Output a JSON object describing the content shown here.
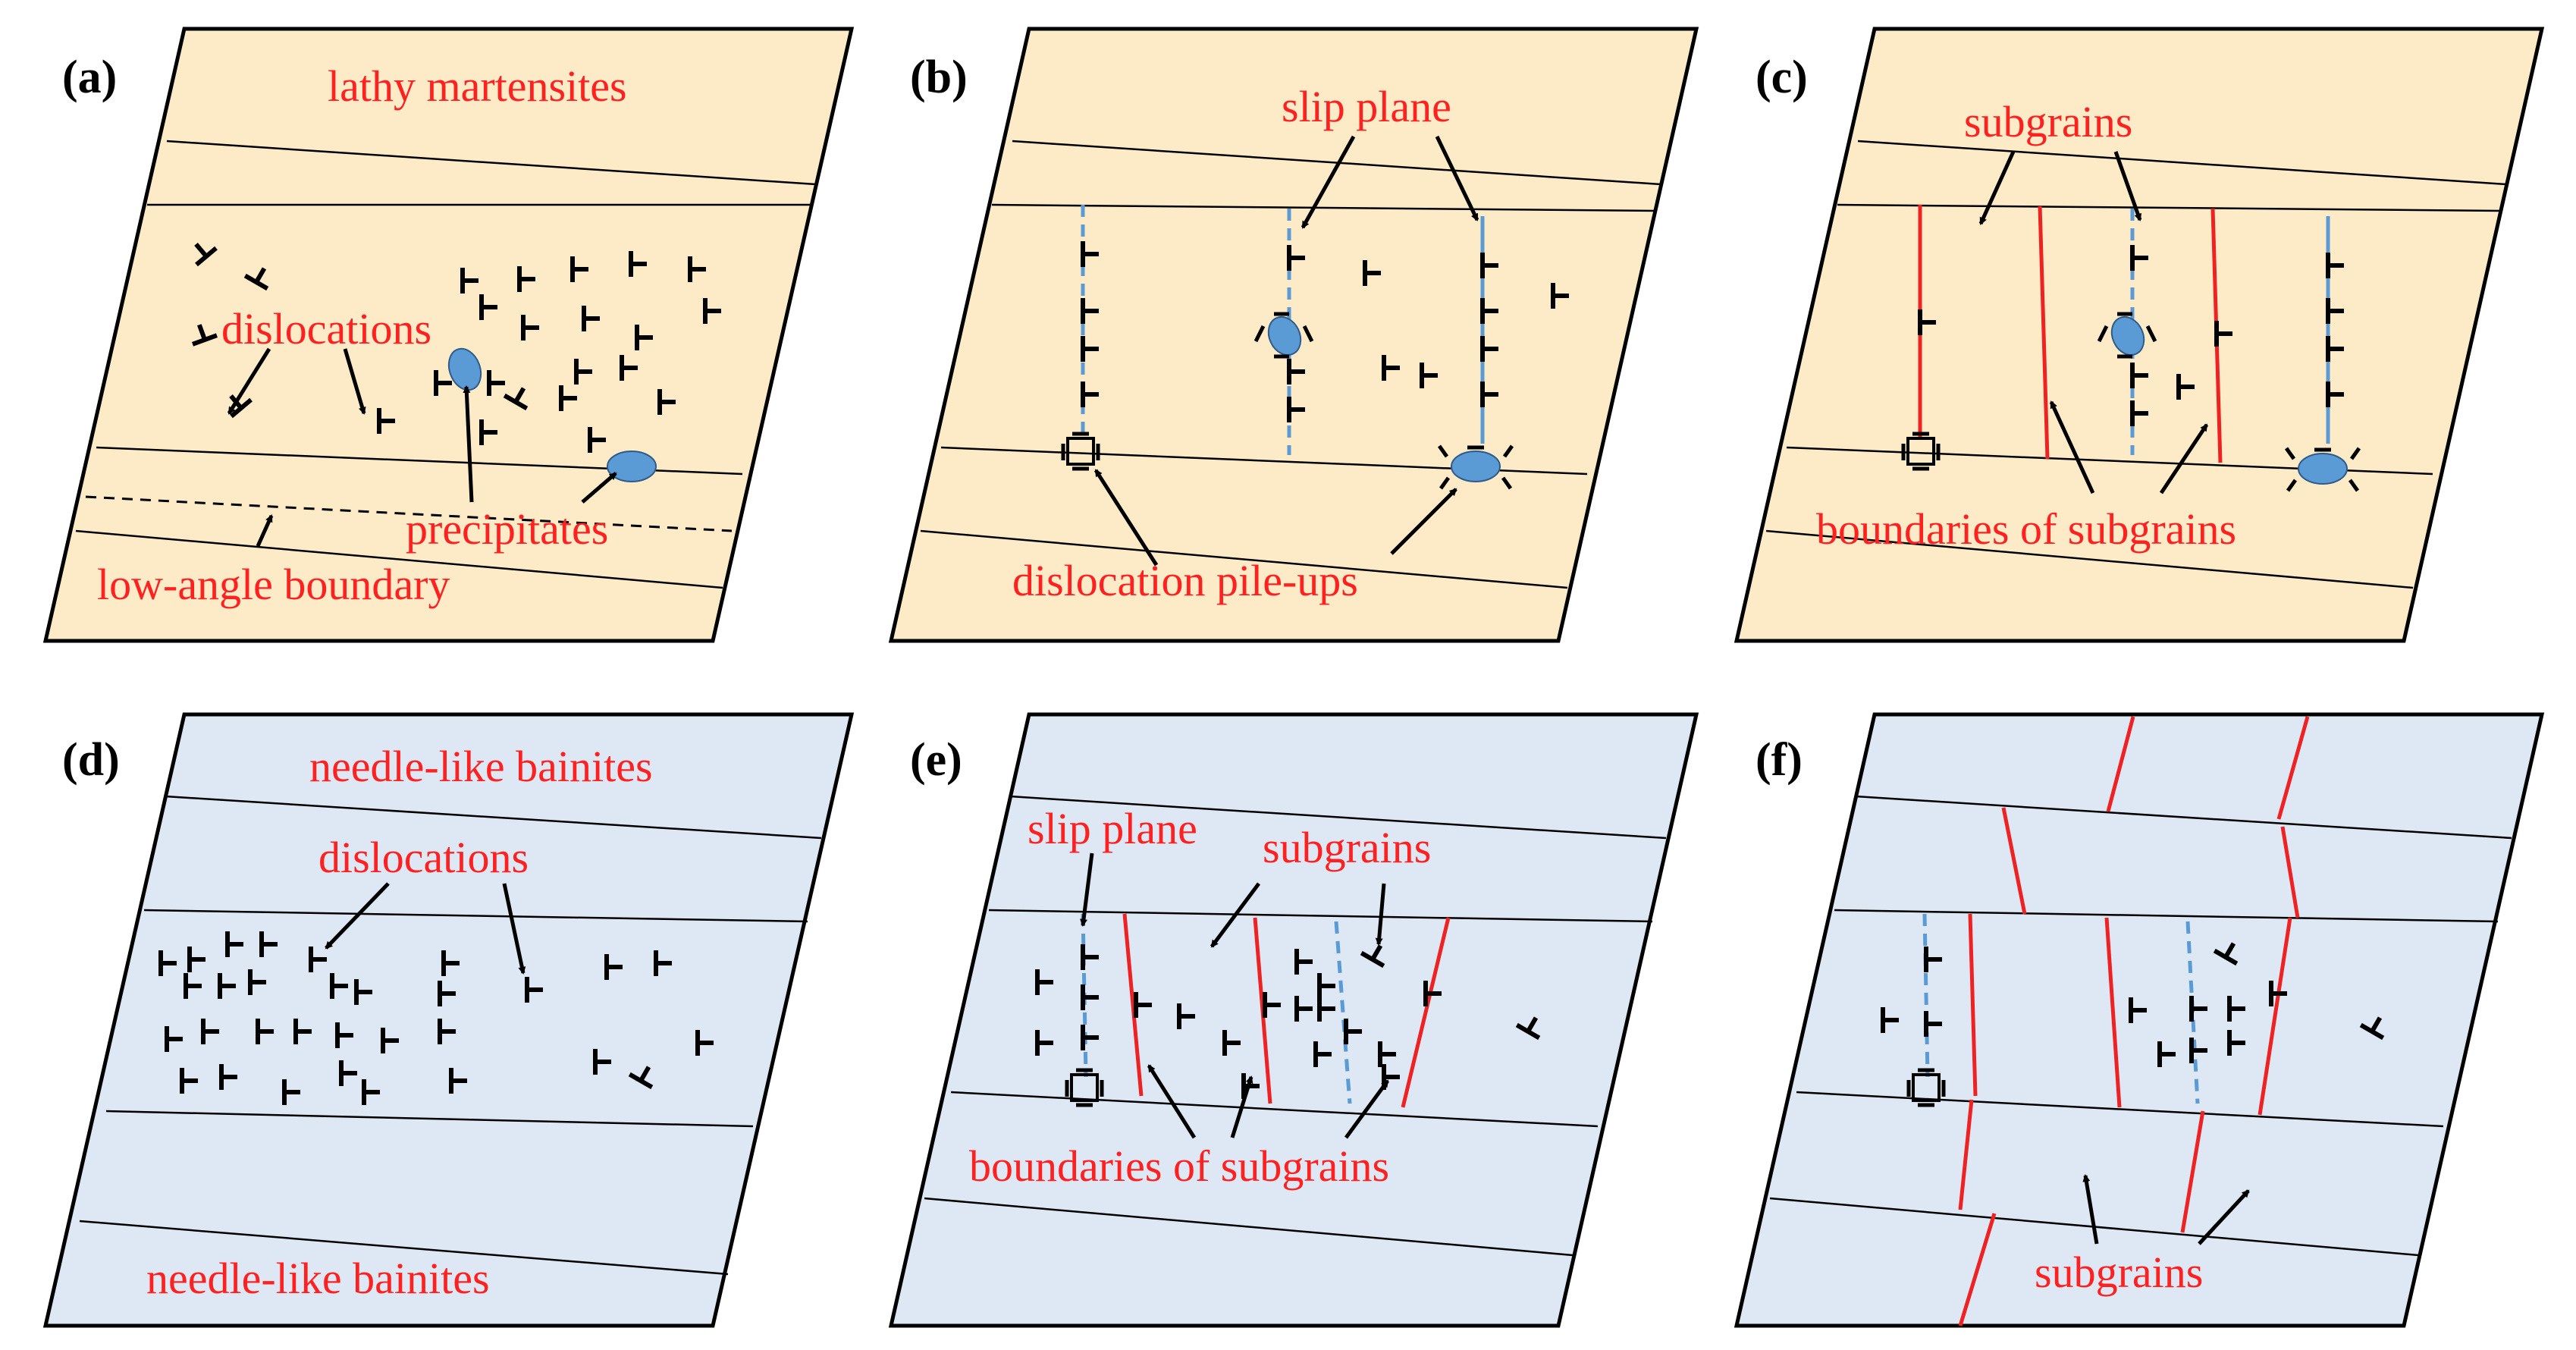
{
  "colors": {
    "martensite_fill": "#fdebc8",
    "bainite_fill": "#dde8f4",
    "frame": "#000000",
    "annotation_text": "#ff2020",
    "subgrain_boundary": "#ee2222",
    "slip_plane": "#5b9bd5",
    "precipitate": "#5b9bd5"
  },
  "panels": {
    "a": {
      "label": "(a)",
      "lathy_martensites": "lathy martensites",
      "dislocations": "dislocations",
      "precipitates": "precipitates",
      "low_angle_boundary": "low-angle boundary"
    },
    "b": {
      "label": "(b)",
      "slip_plane": "slip plane",
      "dislocation_pileups": "dislocation pile-ups"
    },
    "c": {
      "label": "(c)",
      "subgrains": "subgrains",
      "boundaries_of_subgrains": "boundaries of subgrains"
    },
    "d": {
      "label": "(d)",
      "needle_like_bainites_top": "needle-like bainites",
      "dislocations": "dislocations",
      "needle_like_bainites_bottom": "needle-like bainites"
    },
    "e": {
      "label": "(e)",
      "slip_plane": "slip plane",
      "subgrains": "subgrains",
      "boundaries_of_subgrains": "boundaries of subgrains"
    },
    "f": {
      "label": "(f)",
      "subgrains": "subgrains"
    }
  }
}
